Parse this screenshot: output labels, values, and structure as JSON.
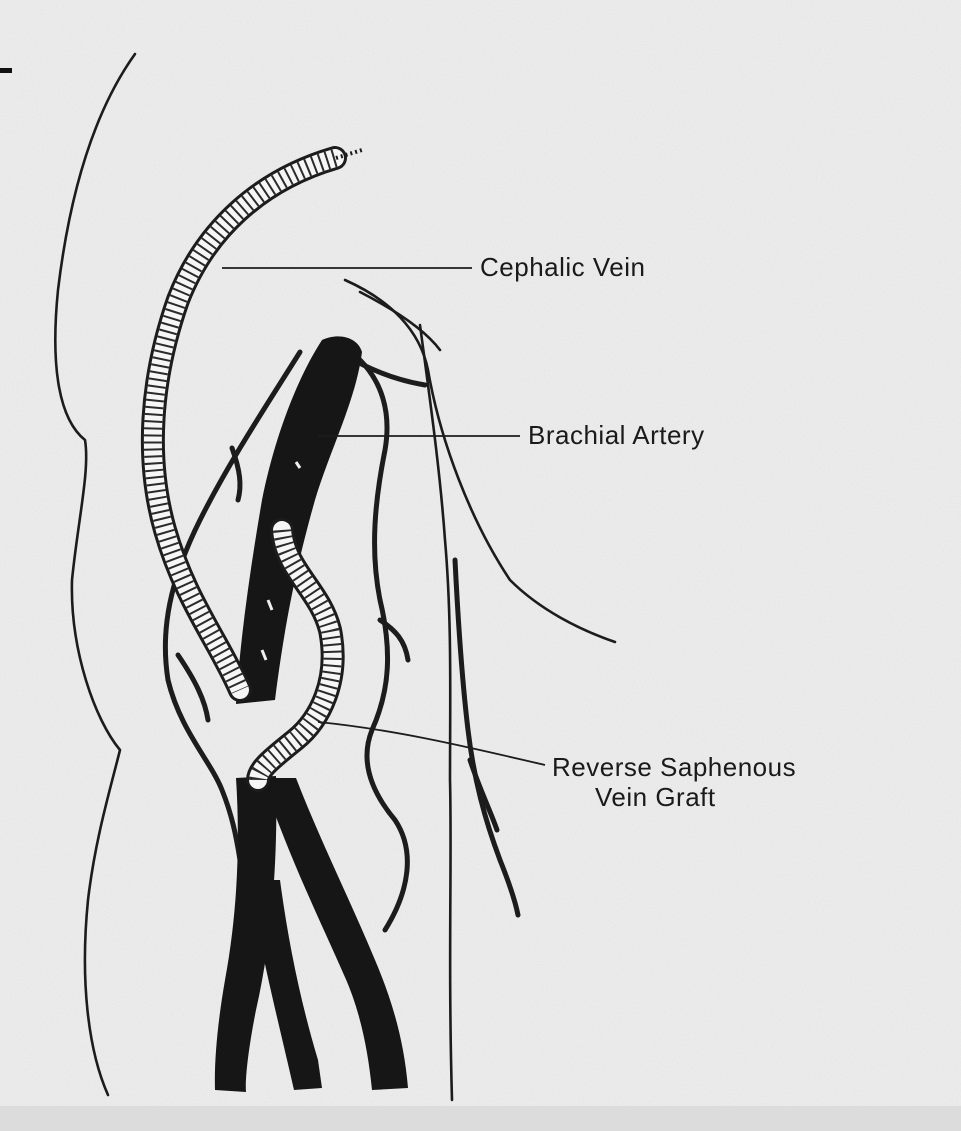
{
  "labels": {
    "cephalic_vein": "Cephalic Vein",
    "brachial_artery": "Brachial Artery",
    "graft_line1": "Reverse Saphenous",
    "graft_line2": "Vein Graft"
  },
  "colors": {
    "paper": "#f1f1f1",
    "ink": "#1c1c1c"
  }
}
